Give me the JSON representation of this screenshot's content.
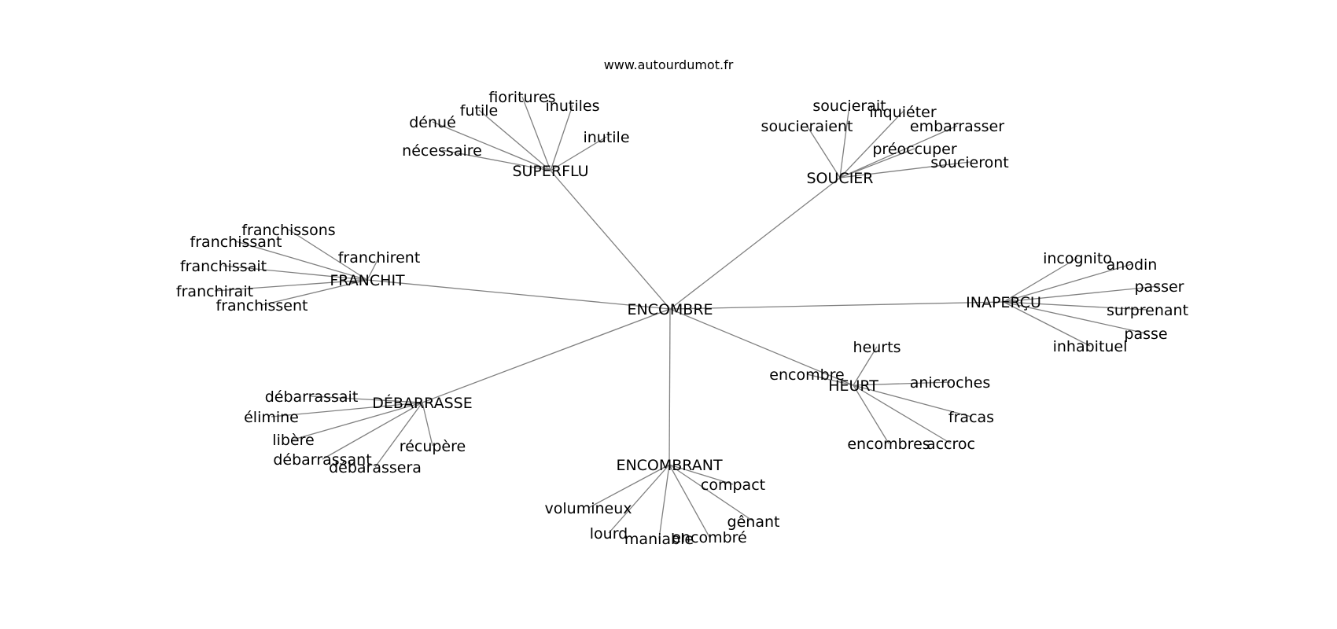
{
  "source": "www.autourdumot.fr",
  "root": "ENCOMBRE",
  "branches": [
    {
      "hub": "SUPERFLU",
      "words": [
        "nécessaire",
        "dénué",
        "futile",
        "fioritures",
        "inutiles",
        "inutile"
      ]
    },
    {
      "hub": "SOUCIER",
      "words": [
        "soucieraient",
        "soucierait",
        "inquiéter",
        "embarrasser",
        "préoccuper",
        "soucieront"
      ]
    },
    {
      "hub": "FRANCHIT",
      "words": [
        "franchissons",
        "franchissant",
        "franchissait",
        "franchirait",
        "franchissent",
        "franchirent"
      ]
    },
    {
      "hub": "INAPERÇU",
      "words": [
        "incognito",
        "anodin",
        "passer",
        "surprenant",
        "passe",
        "inhabituel"
      ]
    },
    {
      "hub": "HEURT",
      "words": [
        "encombre",
        "heurts",
        "anicroches",
        "fracas",
        "accroc",
        "encombres"
      ]
    },
    {
      "hub": "DÉBARRASSE",
      "words": [
        "débarrassait",
        "élimine",
        "libère",
        "débarrassant",
        "débarassera",
        "récupère"
      ]
    },
    {
      "hub": "ENCOMBRANT",
      "words": [
        "volumineux",
        "lourd",
        "maniable",
        "encombré",
        "gênant",
        "compact"
      ]
    }
  ]
}
